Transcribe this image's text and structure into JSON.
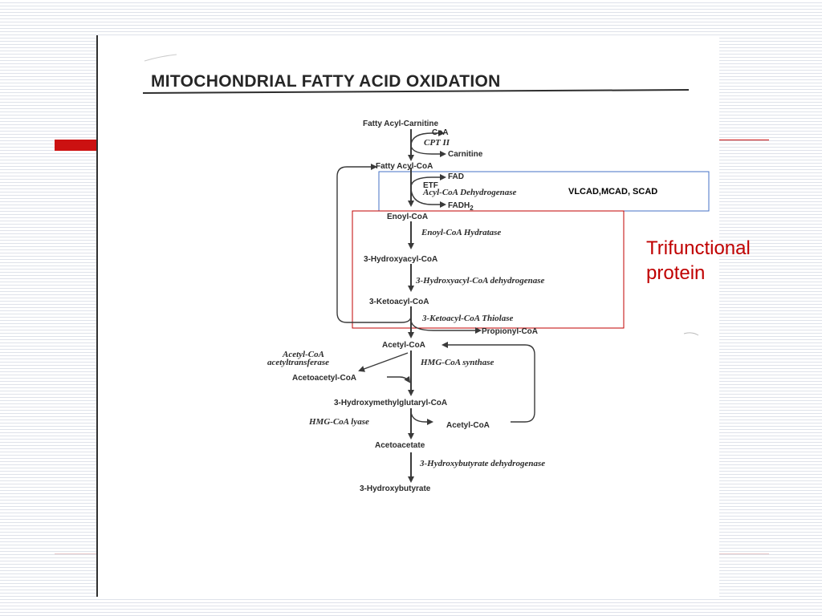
{
  "title": "MITOCHONDRIAL FATTY ACID OXIDATION",
  "substrates": {
    "fatty_acyl_carnitine": "Fatty Acyl-Carnitine",
    "fatty_acyl_coa": "Fatty Acyl-CoA",
    "enoyl_coa": "Enoyl-CoA",
    "hydroxyacyl_coa": "3-Hydroxyacyl-CoA",
    "ketoacyl_coa": "3-Ketoacyl-CoA",
    "acetyl_coa": "Acetyl-CoA",
    "acetoacetyl_coa": "Acetoacetyl-CoA",
    "hmg_coa": "3-Hydroxymethylglutaryl-CoA",
    "acetyl_coa_2": "Acetyl-CoA",
    "acetoacetate": "Acetoacetate",
    "hydroxybutyrate": "3-Hydroxybutyrate"
  },
  "side_products": {
    "coa": "CoA",
    "carnitine": "Carnitine",
    "fad": "FAD",
    "etf": "ETF",
    "fadh2": "FADH",
    "fadh2_sub": "2",
    "propionyl_coa": "Propionyl-CoA"
  },
  "enzymes": {
    "cpt2": "CPT II",
    "acyl_coa_dh": "Acyl-CoA Dehydrogenase",
    "enoyl_coa_hydratase": "Enoyl-CoA Hydratase",
    "hydroxyacyl_dh": "3-Hydroxyacyl-CoA dehydrogenase",
    "thiolase": "3-Ketoacyl-CoA Thiolase",
    "acac_transferase_1": "Acetyl-CoA",
    "acac_transferase_2": "acetyltransferase",
    "hmg_synthase": "HMG-CoA synthase",
    "hmg_lyase": "HMG-CoA lyase",
    "hb_dh": "3-Hydroxybutyrate dehydrogenase"
  },
  "annotations": {
    "vlcad": "VLCAD,MCAD, SCAD",
    "trifunctional_line1": "Trifunctional",
    "trifunctional_line2": "protein"
  },
  "colors": {
    "accent": "#cc1111",
    "annotation_red": "#c00000",
    "annotation_blue": "#4472c4"
  }
}
